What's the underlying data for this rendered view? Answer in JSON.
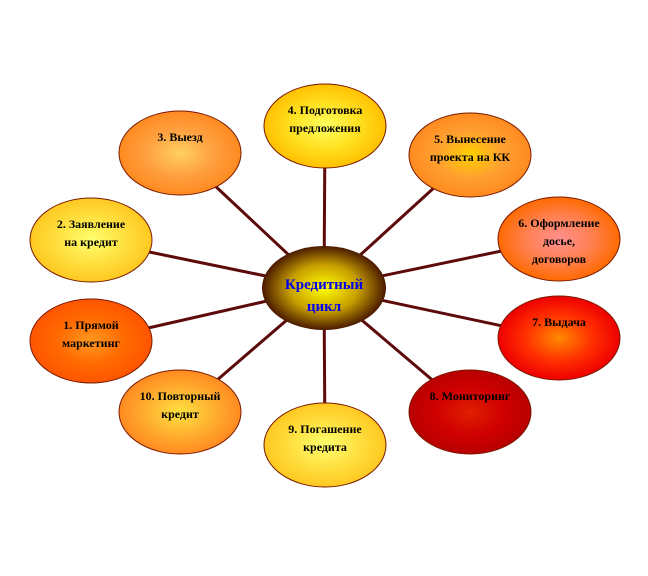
{
  "diagram": {
    "center": {
      "lines": [
        "Кредитный",
        "цикл"
      ],
      "colors": [
        "#ffff00",
        "#c8a000",
        "#4a1a00"
      ]
    },
    "connector_color": "#5c0a0a",
    "nodes": [
      {
        "id": "1",
        "lines": [
          "1. Прямой",
          "маркетинг"
        ],
        "colors": [
          "#ff9a20",
          "#ff6a00",
          "#ff5500"
        ]
      },
      {
        "id": "2",
        "lines": [
          "2. Заявление",
          "на кредит"
        ],
        "colors": [
          "#ffff70",
          "#ffe040",
          "#ffc820"
        ]
      },
      {
        "id": "3",
        "lines": [
          "3. Выезд"
        ],
        "colors": [
          "#ffd060",
          "#ffa040",
          "#ff8a20"
        ]
      },
      {
        "id": "4",
        "lines": [
          "4. Подготовка",
          "предложения"
        ],
        "colors": [
          "#ffff60",
          "#ffe020",
          "#ffc000"
        ]
      },
      {
        "id": "5",
        "lines": [
          "5. Вынесение",
          "проекта на КК"
        ],
        "colors": [
          "#ffd000",
          "#ffa030",
          "#ff8a20"
        ]
      },
      {
        "id": "6",
        "lines": [
          "6. Оформление",
          "досье,",
          "договоров"
        ],
        "colors": [
          "#ff9090",
          "#ff8050",
          "#ff6a00"
        ]
      },
      {
        "id": "7",
        "lines": [
          "7. Выдача"
        ],
        "colors": [
          "#ff8a00",
          "#ff3000",
          "#ee0000"
        ]
      },
      {
        "id": "8",
        "lines": [
          "8. Мониторинг"
        ],
        "colors": [
          "#e02000",
          "#d00000",
          "#b80000"
        ]
      },
      {
        "id": "9",
        "lines": [
          "9. Погашение",
          "кредита"
        ],
        "colors": [
          "#ffff70",
          "#ffe040",
          "#ffc820"
        ]
      },
      {
        "id": "10",
        "lines": [
          "10. Повторный",
          "кредит"
        ],
        "colors": [
          "#ffe040",
          "#ffb030",
          "#ff8a20"
        ]
      }
    ]
  }
}
